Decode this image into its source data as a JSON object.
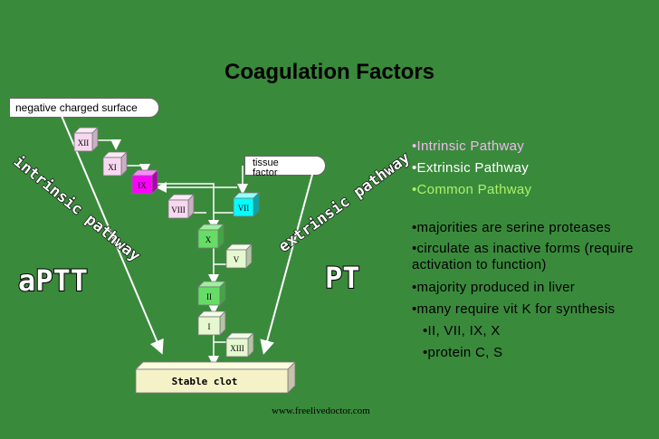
{
  "title": "Coagulation Factors",
  "negative_surface_label": "negative charged surface",
  "tissue_factor_label_1": "tissue",
  "tissue_factor_label_2": "factor",
  "factors": {
    "xii": "XII",
    "xi": "XI",
    "ix": "IX",
    "viii": "VIII",
    "vii": "VII",
    "x": "X",
    "v": "V",
    "ii": "II",
    "i": "I",
    "xiii": "XIII"
  },
  "stable_clot": "Stable clot",
  "intrinsic_label": "intrinsic pathway",
  "extrinsic_label": "extrinsic pathway",
  "aptt_label": "aPTT",
  "pt_label": "PT",
  "bullets": {
    "intrinsic": "•Intrinsic Pathway",
    "extrinsic": "•Extrinsic Pathway",
    "common": "•Common Pathway",
    "serine": "•majorities are serine proteases",
    "inactive": "•circulate as inactive forms (require activation to function)",
    "liver": "•majority produced in liver",
    "vitk": "•many require vit K for synthesis",
    "vitk_factors": "•II, VII, IX, X",
    "protein": "•protein C, S"
  },
  "footer": "www.freelivedoctor.com",
  "colors": {
    "background": "#3a8a3c",
    "intrinsic_box": "#f8d8f0",
    "ix_box": "#ff00ff",
    "vii_box": "#00ffff",
    "common_box": "#66dd66",
    "common_box_light": "#e6f8d0",
    "arrow": "#ffffff"
  }
}
